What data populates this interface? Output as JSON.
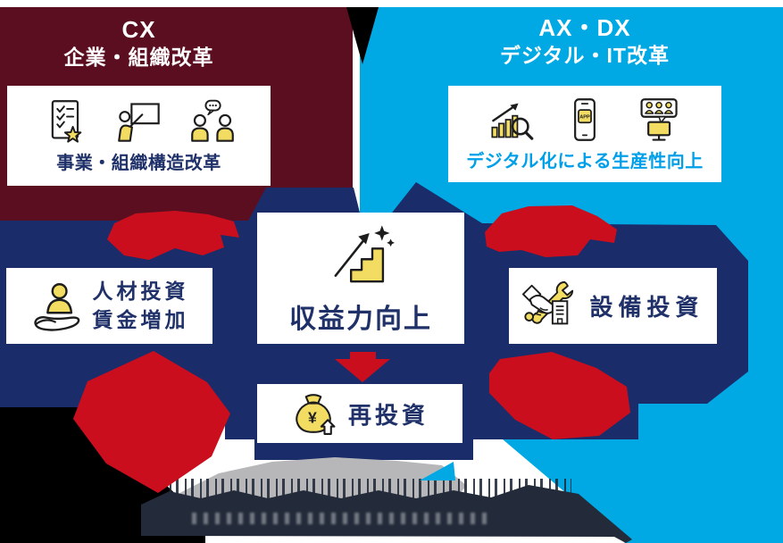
{
  "palette": {
    "maroon": "#5C0E21",
    "sky_blue": "#00A8E4",
    "navy_band": "#1A2C69",
    "text_navy": "#1F3168",
    "red": "#CB0E1D",
    "yellow": "#F2DC62",
    "caption_blue": "#00A0E9",
    "gray_swoosh": "#B7B7BA",
    "dark_band": "#232B3A"
  },
  "cx_section": {
    "title_line1": "CX",
    "title_line2": "企業・組織改革",
    "card": {
      "caption": "事業・組織構造改革",
      "icons": [
        "checklist-star-icon",
        "presenter-whiteboard-icon",
        "people-talking-icon"
      ]
    }
  },
  "dx_section": {
    "title_line1": "AX・DX",
    "title_line2": "デジタル・IT改革",
    "card": {
      "caption": "デジタル化による生産性向上",
      "phone_app_label": "APP",
      "icons": [
        "growth-chart-magnifier-icon",
        "smartphone-app-icon",
        "video-conference-icon"
      ]
    }
  },
  "cycle": {
    "labor_card": {
      "line1": "人材投資",
      "line2": "賃金増加",
      "icon": "hand-person-icon"
    },
    "profit_card": {
      "label": "収益力向上",
      "icon": "rising-stairs-icon"
    },
    "equipment_card": {
      "label": "設備投資",
      "icon": "handshake-wrench-building-icon"
    },
    "reinvest_card": {
      "label": "再投資",
      "icon": "money-bag-icon",
      "currency_symbol": "¥"
    }
  }
}
